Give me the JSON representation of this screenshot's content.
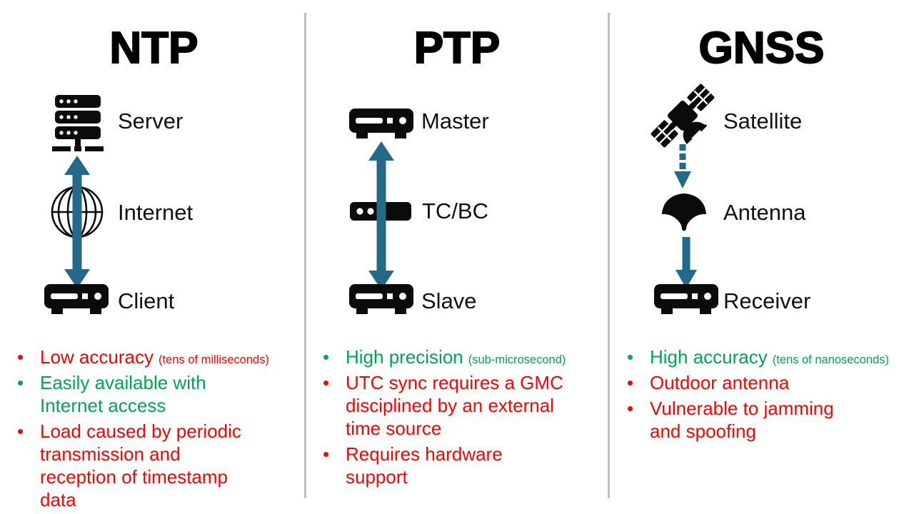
{
  "slide_type": "comparison-diagram",
  "colors": {
    "red": "#ff0000",
    "green": "#00a651",
    "arrow": "#24688a",
    "ink": "#0d0d0d",
    "divider": "#bfbfbf",
    "bg": "#ffffff"
  },
  "columns": [
    {
      "title": "NTP",
      "nodes": [
        {
          "icon": "server-icon",
          "label": "Server"
        },
        {
          "icon": "internet-globe-icon",
          "label": "Internet"
        },
        {
          "icon": "client-device-icon",
          "label": "Client"
        }
      ],
      "arrows": [
        {
          "type": "double-headed-vertical",
          "from": "Server",
          "to": "Client"
        }
      ],
      "bullets": [
        {
          "main": "Low accuracy",
          "suffix": "(tens of milliseconds)",
          "sentiment": "negative"
        },
        {
          "main": "Easily available with\nInternet access",
          "suffix": "",
          "sentiment": "positive"
        },
        {
          "main": "Load caused by periodic\ntransmission and\nreception of timestamp\ndata",
          "suffix": "",
          "sentiment": "negative"
        }
      ]
    },
    {
      "title": "PTP",
      "nodes": [
        {
          "icon": "master-device-icon",
          "label": "Master"
        },
        {
          "icon": "switch-icon",
          "label": "TC/BC"
        },
        {
          "icon": "slave-device-icon",
          "label": "Slave"
        }
      ],
      "arrows": [
        {
          "type": "double-headed-vertical",
          "from": "Master",
          "to": "Slave"
        }
      ],
      "bullets": [
        {
          "main": "High precision",
          "suffix": "(sub-microsecond)",
          "sentiment": "positive"
        },
        {
          "main": "UTC sync requires a GMC\ndisciplined by an external\ntime source",
          "suffix": "",
          "sentiment": "negative"
        },
        {
          "main": "Requires hardware\nsupport",
          "suffix": "",
          "sentiment": "negative"
        }
      ]
    },
    {
      "title": "GNSS",
      "nodes": [
        {
          "icon": "satellite-icon",
          "label": "Satellite"
        },
        {
          "icon": "antenna-icon",
          "label": "Antenna"
        },
        {
          "icon": "receiver-device-icon",
          "label": "Receiver"
        }
      ],
      "arrows": [
        {
          "type": "dashed-down",
          "from": "Satellite",
          "to": "Antenna"
        },
        {
          "type": "solid-down",
          "from": "Antenna",
          "to": "Receiver"
        }
      ],
      "bullets": [
        {
          "main": "High accuracy",
          "suffix": "(tens of nanoseconds)",
          "sentiment": "positive"
        },
        {
          "main": "Outdoor antenna",
          "suffix": "",
          "sentiment": "negative"
        },
        {
          "main": "Vulnerable to jamming\nand spoofing",
          "suffix": "",
          "sentiment": "negative"
        }
      ]
    }
  ]
}
